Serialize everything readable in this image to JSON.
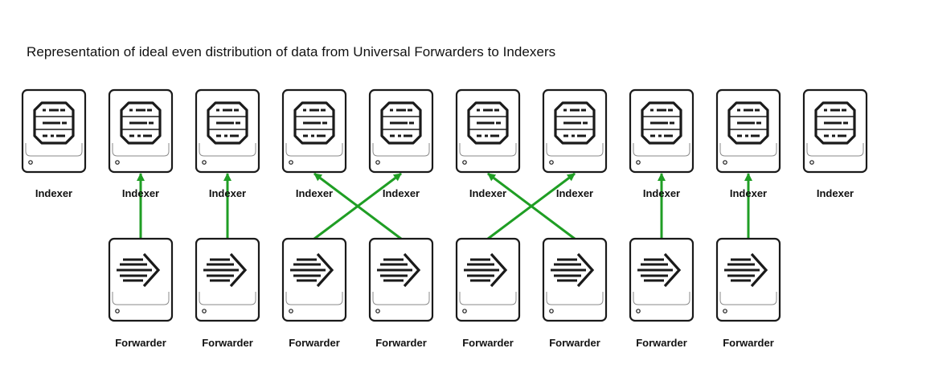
{
  "title": "Representation of ideal even distribution of data from Universal Forwarders to Indexers",
  "colors": {
    "arrow": "#1f9e24",
    "outline": "#1a1a1a",
    "background": "#ffffff"
  },
  "indexers": [
    {
      "label": "Indexer",
      "icon": "indexer-server-icon"
    },
    {
      "label": "Indexer",
      "icon": "indexer-server-icon"
    },
    {
      "label": "Indexer",
      "icon": "indexer-server-icon"
    },
    {
      "label": "Indexer",
      "icon": "indexer-server-icon"
    },
    {
      "label": "Indexer",
      "icon": "indexer-server-icon"
    },
    {
      "label": "Indexer",
      "icon": "indexer-server-icon"
    },
    {
      "label": "Indexer",
      "icon": "indexer-server-icon"
    },
    {
      "label": "Indexer",
      "icon": "indexer-server-icon"
    },
    {
      "label": "Indexer",
      "icon": "indexer-server-icon"
    },
    {
      "label": "Indexer",
      "icon": "indexer-server-icon"
    }
  ],
  "forwarders": [
    {
      "label": "Forwarder",
      "icon": "forwarder-server-icon"
    },
    {
      "label": "Forwarder",
      "icon": "forwarder-server-icon"
    },
    {
      "label": "Forwarder",
      "icon": "forwarder-server-icon"
    },
    {
      "label": "Forwarder",
      "icon": "forwarder-server-icon"
    },
    {
      "label": "Forwarder",
      "icon": "forwarder-server-icon"
    },
    {
      "label": "Forwarder",
      "icon": "forwarder-server-icon"
    },
    {
      "label": "Forwarder",
      "icon": "forwarder-server-icon"
    },
    {
      "label": "Forwarder",
      "icon": "forwarder-server-icon"
    }
  ],
  "connections": [
    {
      "from_forwarder": 0,
      "to_indexer": 1
    },
    {
      "from_forwarder": 1,
      "to_indexer": 2
    },
    {
      "from_forwarder": 2,
      "to_indexer": 4
    },
    {
      "from_forwarder": 3,
      "to_indexer": 3
    },
    {
      "from_forwarder": 4,
      "to_indexer": 6
    },
    {
      "from_forwarder": 5,
      "to_indexer": 5
    },
    {
      "from_forwarder": 6,
      "to_indexer": 7
    },
    {
      "from_forwarder": 7,
      "to_indexer": 8
    }
  ]
}
